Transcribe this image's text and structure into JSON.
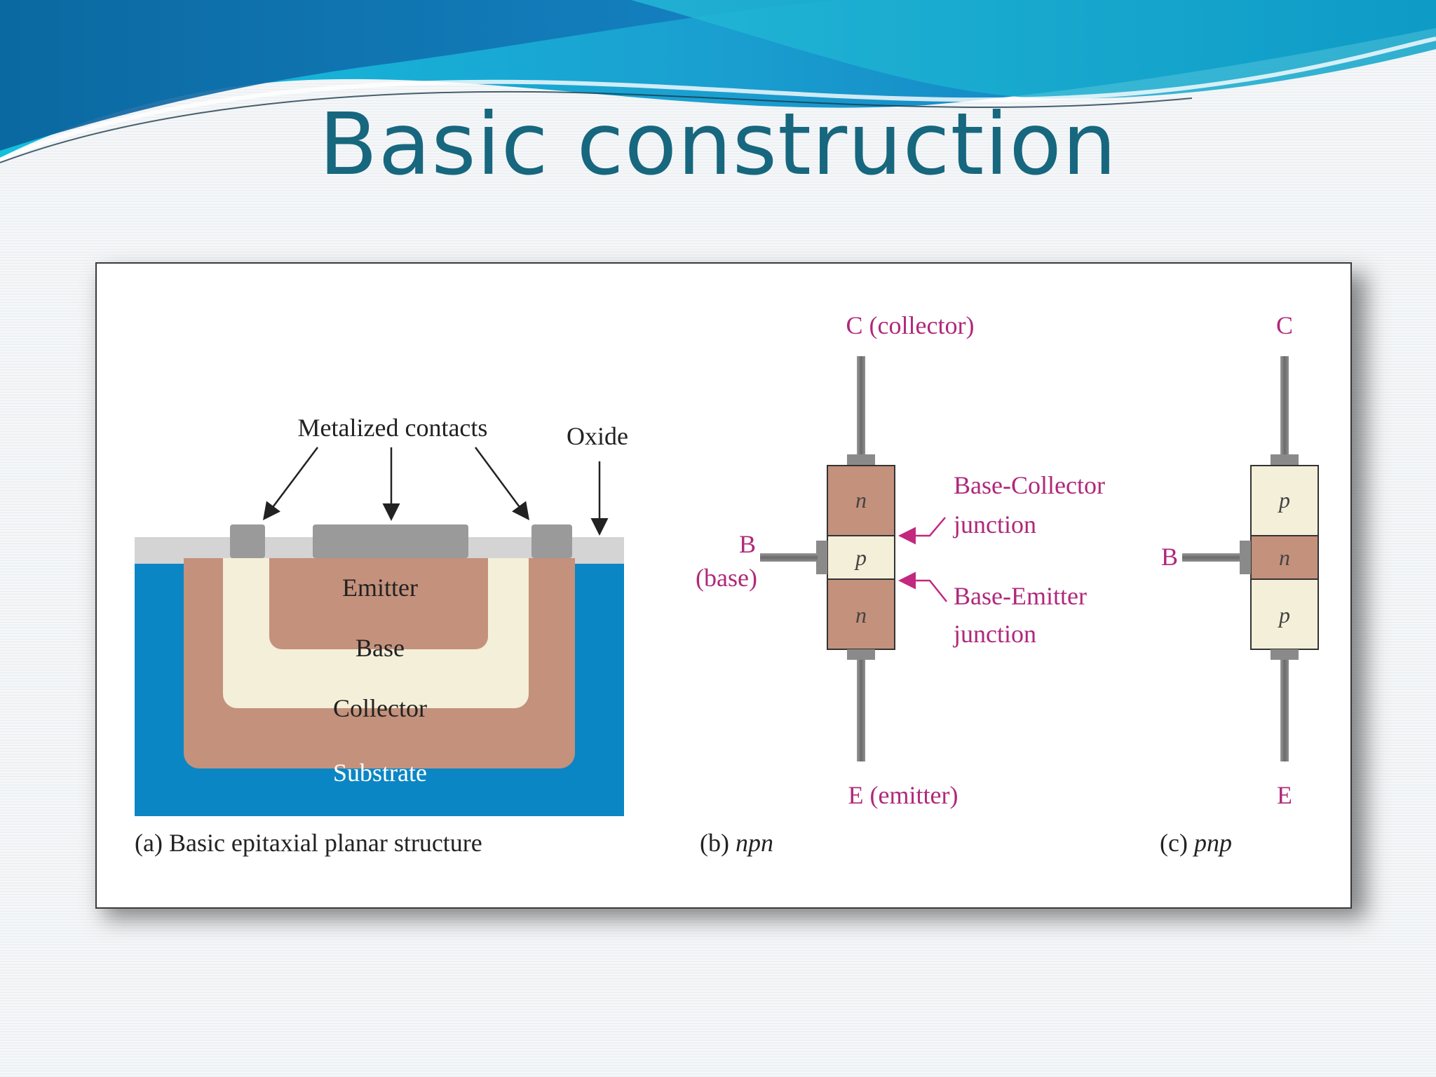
{
  "slide": {
    "title": "Basic construction"
  },
  "colors": {
    "title": "#17677e",
    "substrate": "#0b86c4",
    "collector_n": "#c4917c",
    "base_p": "#f4efd9",
    "oxide": "#cfcfcf",
    "contact": "#9a9a9a",
    "magenta_label": "#b0287a"
  },
  "figure_a": {
    "label_metal": "Metalized contacts",
    "label_oxide": "Oxide",
    "emitter": "Emitter",
    "base": "Base",
    "collector": "Collector",
    "substrate": "Substrate",
    "caption": "(a) Basic epitaxial planar structure"
  },
  "figure_b": {
    "collector": "C (collector)",
    "base_letter": "B",
    "base_word": "(base)",
    "emitter": "E (emitter)",
    "top_layer": "n",
    "mid_layer": "p",
    "bot_layer": "n",
    "bc_line1": "Base-Collector",
    "bc_line2": "junction",
    "be_line1": "Base-Emitter",
    "be_line2": "junction",
    "caption_prefix": "(b) ",
    "caption_type": "npn"
  },
  "figure_c": {
    "collector": "C",
    "base": "B",
    "emitter": "E",
    "top_layer": "p",
    "mid_layer": "n",
    "bot_layer": "p",
    "caption_prefix": "(c) ",
    "caption_type": "pnp"
  }
}
